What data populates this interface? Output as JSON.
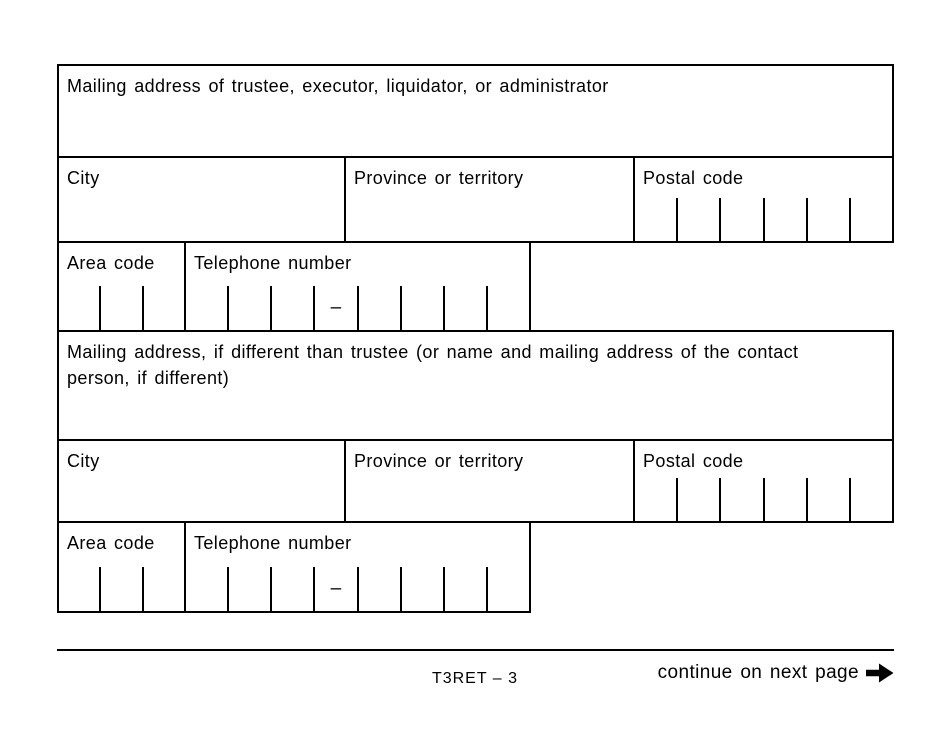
{
  "page": {
    "background": "#ffffff",
    "border_color": "#000000",
    "text_color": "#000000"
  },
  "trustee_section": {
    "address_label": "Mailing address of trustee, executor, liquidator, or administrator",
    "city_label": "City",
    "province_label": "Province or territory",
    "postal_code_label": "Postal code",
    "postal_code_boxes": 6,
    "area_code_label": "Area code",
    "area_code_boxes": 3,
    "telephone_label": "Telephone number",
    "telephone_prefix_boxes": 3,
    "telephone_suffix_boxes": 4,
    "telephone_separator": "–"
  },
  "contact_section": {
    "address_label": "Mailing address, if different than trustee (or name and mailing address of the contact person, if different)",
    "city_label": "City",
    "province_label": "Province or territory",
    "postal_code_label": "Postal code",
    "postal_code_boxes": 6,
    "area_code_label": "Area code",
    "area_code_boxes": 3,
    "telephone_label": "Telephone number",
    "telephone_prefix_boxes": 3,
    "telephone_suffix_boxes": 4,
    "telephone_separator": "–"
  },
  "footer": {
    "form_code": "T3RET – 3",
    "continue_label": "continue on next page",
    "arrow_icon": "arrow-right"
  }
}
